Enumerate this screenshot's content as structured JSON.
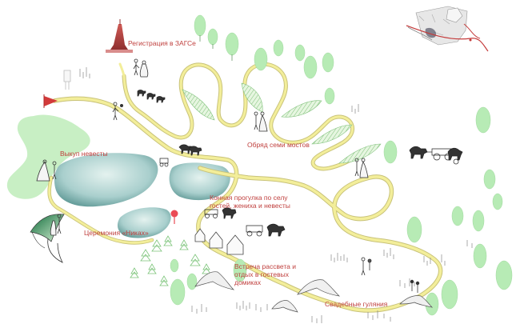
{
  "labels": {
    "registration": "Регистрация в ЗАГСе",
    "bride_ransom": "Выкуп невесты",
    "seven_bridges": "Обряд семи мостов",
    "horse_ride_line1": "Конная прогулка  по селу",
    "horse_ride_line2": "гостей, жениха и невесты",
    "nikah": "Церемония «Никах»",
    "dawn_line1": "Встреча рассвета и",
    "dawn_line2": "отдых в гостевых",
    "dawn_line3": "домиках",
    "festivities": "Свадебные гуляния"
  },
  "colors": {
    "label_text": "#c0413f",
    "route": "#f3ee9a",
    "route_edge": "#c9c37a",
    "lake": "#a9cfcd",
    "tree": "#b7ebb5",
    "meadow": "#c8efc4",
    "pin": "#ea4b55",
    "tower": "#c04a48"
  },
  "icons": [
    "tower-icon",
    "flag-icon",
    "pin-icon",
    "horse-carriage-icon",
    "couple-icon",
    "tent-icon",
    "guest-house-icon",
    "tree-icon",
    "locator-map-icon"
  ]
}
